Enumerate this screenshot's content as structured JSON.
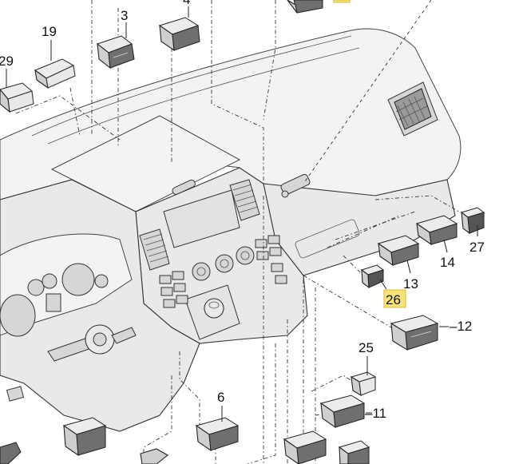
{
  "callouts": [
    {
      "id": "c3",
      "label": "3",
      "highlighted": false
    },
    {
      "id": "c4",
      "label": "4",
      "highlighted": false
    },
    {
      "id": "c19",
      "label": "19",
      "highlighted": false
    },
    {
      "id": "c29",
      "label": "29",
      "highlighted": false
    },
    {
      "id": "c27",
      "label": "27",
      "highlighted": false
    },
    {
      "id": "c14",
      "label": "14",
      "highlighted": false
    },
    {
      "id": "c13",
      "label": "13",
      "highlighted": false
    },
    {
      "id": "c26",
      "label": "26",
      "highlighted": true
    },
    {
      "id": "c12",
      "label": "–12",
      "highlighted": false
    },
    {
      "id": "c25",
      "label": "25",
      "highlighted": false
    },
    {
      "id": "c11",
      "label": "–11",
      "highlighted": false
    },
    {
      "id": "c6",
      "label": "6",
      "highlighted": false
    }
  ],
  "colors": {
    "highlight": "#f7e27a",
    "line": "#222222",
    "part_fill": "#cfcfcf"
  }
}
